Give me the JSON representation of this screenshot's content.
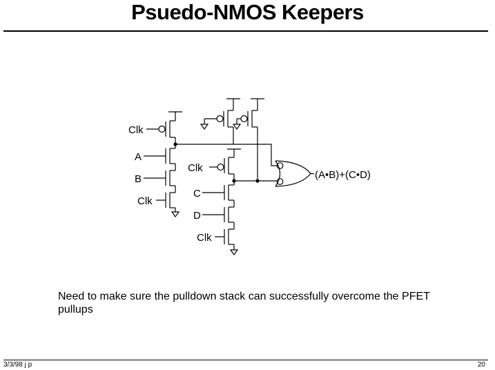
{
  "title": "Psuedo-NMOS Keepers",
  "caption": "Need to make sure the pulldown stack can successfully overcome the PFET pullups",
  "footer": {
    "left": "3/3/98 j p",
    "right": "20"
  },
  "diagram": {
    "labels": {
      "clk_pre1": "Clk",
      "a": "A",
      "b": "B",
      "clk_foot1": "Clk",
      "clk_pre2": "Clk",
      "c": "C",
      "d": "D",
      "clk_foot2": "Clk",
      "output": "(A•B)+(C•D)"
    }
  }
}
